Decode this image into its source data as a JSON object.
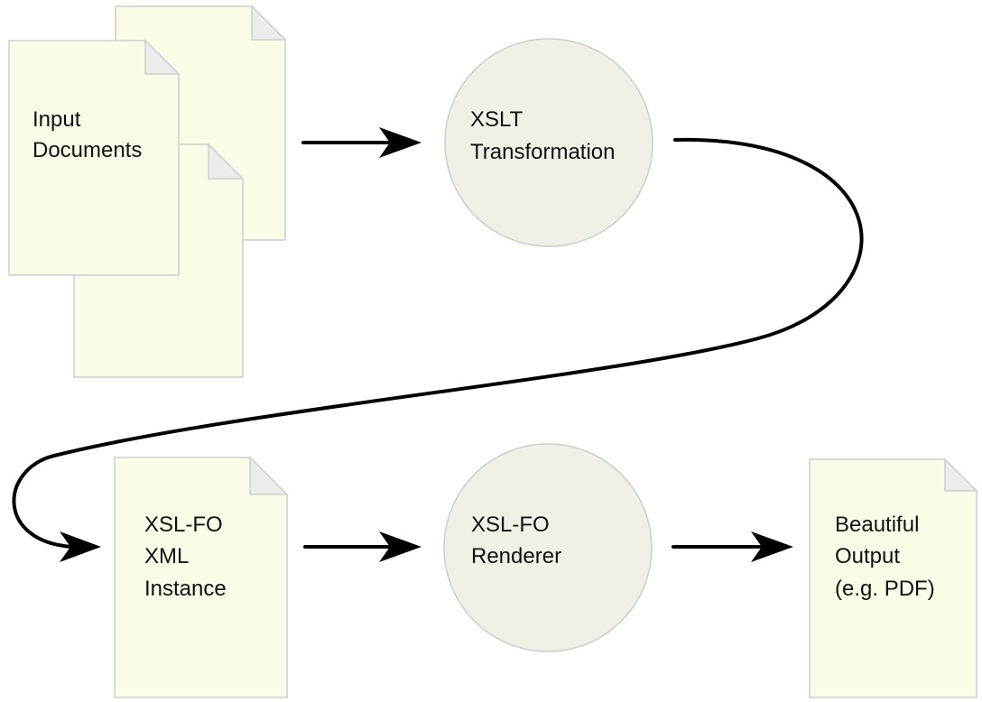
{
  "nodes": {
    "input_documents": {
      "lines": [
        "Input",
        "Documents"
      ]
    },
    "xslt_transformation": {
      "lines": [
        "XSLT",
        "Transformation"
      ]
    },
    "xslfo_instance": {
      "lines": [
        "XSL-FO",
        "XML",
        "Instance"
      ]
    },
    "xslfo_renderer": {
      "lines": [
        "XSL-FO",
        "Renderer"
      ]
    },
    "beautiful_output": {
      "lines": [
        "Beautiful",
        "Output",
        "(e.g. PDF)"
      ]
    }
  },
  "colors": {
    "document_fill": "#fbfbe7",
    "process_fill": "#f2f0e6",
    "outline": "#cfcfcf",
    "arrow": "#000000"
  }
}
